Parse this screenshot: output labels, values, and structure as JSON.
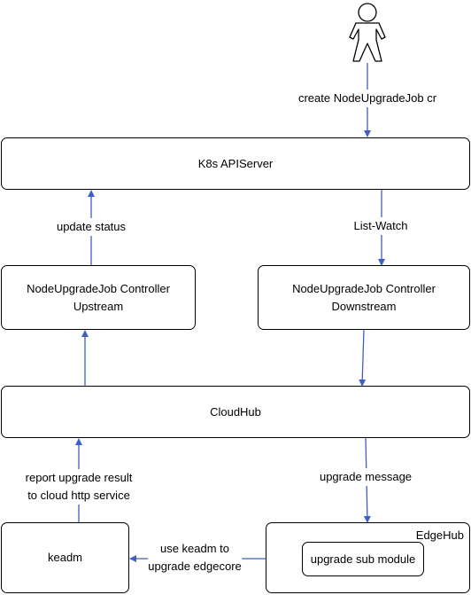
{
  "nodes": {
    "apiserver": "K8s APIServer",
    "upstream": [
      "NodeUpgradeJob Controller",
      "Upstream"
    ],
    "downstream": [
      "NodeUpgradeJob Controller",
      "Downstream"
    ],
    "cloudhub": "CloudHub",
    "keadm": "keadm",
    "edgehub": "EdgeHub",
    "submodule": "upgrade sub module"
  },
  "edges": {
    "create": "create NodeUpgradeJob cr",
    "update_status": "update status",
    "list_watch": "List-Watch",
    "report": [
      "report upgrade result",
      "to cloud http service"
    ],
    "upgrade_message": "upgrade message",
    "use_keadm": [
      "use keadm to",
      "upgrade edgecore"
    ]
  },
  "colors": {
    "arrow": "#3f5fc6",
    "border": "#000000"
  },
  "icons": {
    "actor": "user-stick-figure-icon"
  }
}
